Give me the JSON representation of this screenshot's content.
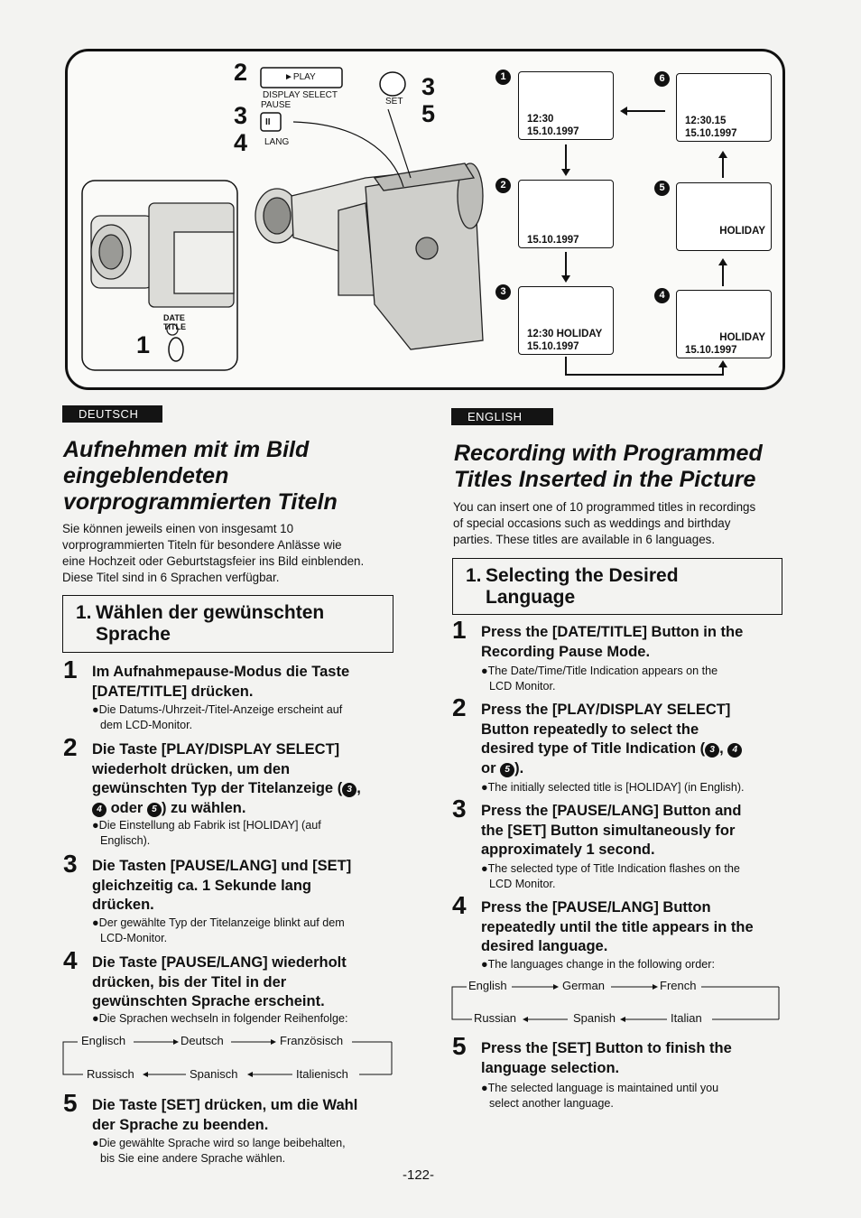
{
  "figure": {
    "button_labels": {
      "play": "►PLAY",
      "display_select": "DISPLAY SELECT",
      "pause": "PAUSE",
      "pause_symbol": "II",
      "lang": "LANG",
      "set": "SET",
      "date": "DATE",
      "title": "TITLE"
    },
    "callouts": [
      "2",
      "3",
      "4",
      "3",
      "5",
      "1"
    ],
    "screens": [
      {
        "marker": "1",
        "lines": [
          "12:30",
          "15.10.1997"
        ]
      },
      {
        "marker": "2",
        "lines": [
          "15.10.1997"
        ]
      },
      {
        "marker": "3",
        "lines": [
          "12:30   HOLIDAY",
          "15.10.1997"
        ]
      },
      {
        "marker": "4",
        "lines": [
          "HOLIDAY",
          "15.10.1997"
        ]
      },
      {
        "marker": "5",
        "lines": [
          "HOLIDAY"
        ]
      },
      {
        "marker": "6",
        "lines": [
          "12:30.15",
          "15.10.1997"
        ]
      }
    ]
  },
  "de": {
    "lang_tag": "DEUTSCH",
    "title": [
      "Aufnehmen mit im Bild",
      "eingeblendeten",
      "vorprogrammierten Titeln"
    ],
    "intro": [
      "Sie können jeweils einen von insgesamt 10",
      "vorprogrammierten Titeln für besondere Anlässe wie",
      "eine Hochzeit oder Geburtstagsfeier ins Bild einblenden.",
      "Diese Titel sind in 6 Sprachen verfügbar."
    ],
    "section": {
      "num": "1.",
      "line1": "Wählen der gewünschten",
      "line2": "Sprache"
    },
    "steps": [
      {
        "n": "1",
        "lines": [
          "Im Aufnahmepause-Modus die Taste",
          "[DATE/TITLE] drücken."
        ],
        "note": [
          "●Die Datums-/Uhrzeit-/Titel-Anzeige erscheint auf",
          "dem LCD-Monitor."
        ]
      },
      {
        "n": "2",
        "lines": [
          "Die Taste [PLAY/DISPLAY SELECT]",
          "wiederholt drücken, um den",
          "gewünschten Typ der Titelanzeige (",
          "oder ",
          ") zu wählen."
        ],
        "note": [
          "●Die Einstellung ab Fabrik ist [HOLIDAY] (auf",
          "Englisch)."
        ]
      },
      {
        "n": "3",
        "lines": [
          "Die Tasten [PAUSE/LANG] und [SET]",
          "gleichzeitig ca. 1 Sekunde lang",
          "drücken."
        ],
        "note": [
          "●Der gewählte Typ der Titelanzeige blinkt auf dem",
          "LCD-Monitor."
        ]
      },
      {
        "n": "4",
        "lines": [
          "Die Taste [PAUSE/LANG] wiederholt",
          "drücken, bis der Titel in der",
          "gewünschten Sprache erscheint."
        ],
        "note": [
          "●Die Sprachen wechseln in folgender Reihenfolge:"
        ]
      },
      {
        "n": "5",
        "lines": [
          "Die Taste [SET] drücken, um die Wahl",
          "der Sprache zu beenden."
        ],
        "note": [
          "●Die gewählte Sprache wird so lange beibehalten,",
          "bis Sie eine andere Sprache wählen."
        ]
      }
    ],
    "sequence": {
      "top": [
        "Englisch",
        "Deutsch",
        "Französisch"
      ],
      "bottom": [
        "Russisch",
        "Spanisch",
        "Italienisch"
      ]
    }
  },
  "en": {
    "lang_tag": "ENGLISH",
    "title": [
      "Recording with Programmed",
      "Titles Inserted in the Picture"
    ],
    "intro": [
      "You can insert one of 10 programmed titles in recordings",
      "of special occasions such as weddings and birthday",
      "parties. These titles are available in 6 languages."
    ],
    "section": {
      "num": "1.",
      "line1": "Selecting the Desired",
      "line2": "Language"
    },
    "steps": [
      {
        "n": "1",
        "lines": [
          "Press the [DATE/TITLE] Button in the",
          "Recording Pause Mode."
        ],
        "note": [
          "●The Date/Time/Title Indication appears on the",
          "LCD Monitor."
        ]
      },
      {
        "n": "2",
        "lines": [
          "Press the [PLAY/DISPLAY SELECT]",
          "Button repeatedly to select the",
          "desired type of Title Indication (",
          "or ",
          ")."
        ],
        "note": [
          "●The initially selected title is [HOLIDAY] (in English)."
        ]
      },
      {
        "n": "3",
        "lines": [
          "Press the [PAUSE/LANG] Button and",
          "the [SET] Button simultaneously for",
          "approximately 1 second."
        ],
        "note": [
          "●The selected type of Title Indication flashes on the",
          "LCD Monitor."
        ]
      },
      {
        "n": "4",
        "lines": [
          "Press the [PAUSE/LANG] Button",
          "repeatedly until the title appears in the",
          "desired language."
        ],
        "note": [
          "●The languages change in the following order:"
        ]
      },
      {
        "n": "5",
        "lines": [
          "Press the [SET] Button to finish the",
          "language selection."
        ],
        "note": [
          "●The selected language is maintained until you",
          "select another language."
        ]
      }
    ],
    "sequence": {
      "top": [
        "English",
        "German",
        "French"
      ],
      "bottom": [
        "Russian",
        "Spanish",
        "Italian"
      ]
    }
  },
  "markers": {
    "m3": "3",
    "m4": "4",
    "m5": "5"
  },
  "page_number": "-122-"
}
